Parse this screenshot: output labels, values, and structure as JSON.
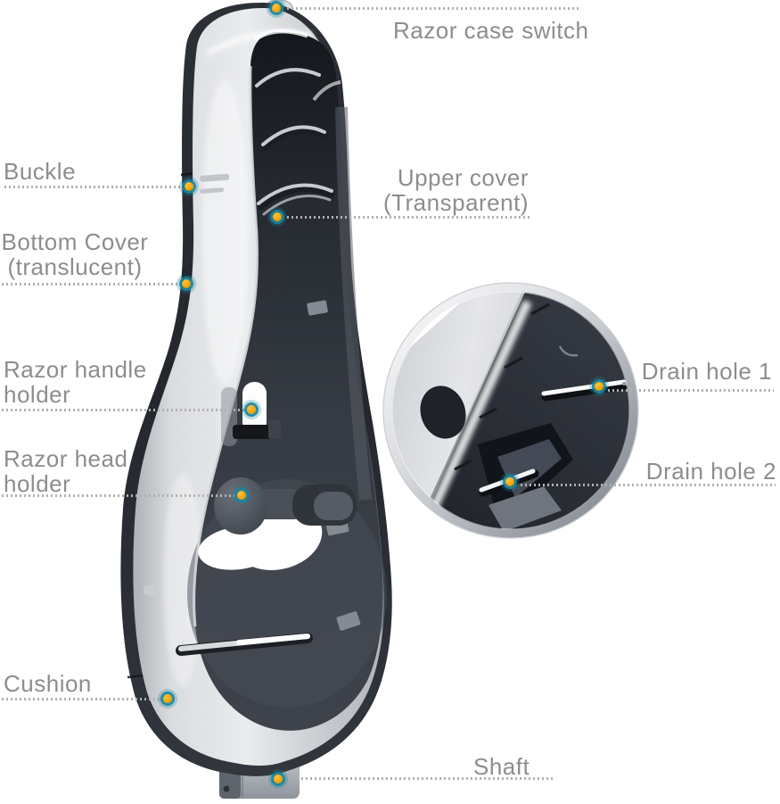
{
  "figure": {
    "type": "product-annotation-diagram",
    "subject": "Razor travel case cutaway with labeled parts and magnified drain-hole inset",
    "background": "#ffffff"
  },
  "colors": {
    "label_text": "#8d8d8d",
    "leader_dots": "#b0b0b0",
    "marker_dot": "#f2a30a",
    "marker_ring": "#1a869e",
    "case_dark_shell": "#282c33",
    "case_light_cover": "#d7d9dc",
    "case_interior": "#363b43",
    "inset_ring_silver": "#aeb3ba"
  },
  "labels": {
    "razor_case_switch": {
      "text": "Razor case switch"
    },
    "buckle": {
      "text": "Buckle"
    },
    "upper_cover": {
      "line1": "Upper cover",
      "line2": "(Transparent)"
    },
    "bottom_cover": {
      "line1": "Bottom Cover",
      "line2": "(translucent)"
    },
    "razor_handle_holder": {
      "line1": "Razor handle",
      "line2": "holder"
    },
    "razor_head_holder": {
      "line1": "Razor head",
      "line2": "holder"
    },
    "drain_hole_1": {
      "text": "Drain hole 1"
    },
    "drain_hole_2": {
      "text": "Drain hole 2"
    },
    "cushion": {
      "text": "Cushion"
    },
    "shaft": {
      "text": "Shaft"
    }
  },
  "markers": [
    "razor-case-switch",
    "buckle",
    "upper-cover",
    "bottom-cover",
    "razor-handle-holder",
    "razor-head-holder",
    "drain-hole-1",
    "drain-hole-2",
    "cushion",
    "shaft"
  ]
}
